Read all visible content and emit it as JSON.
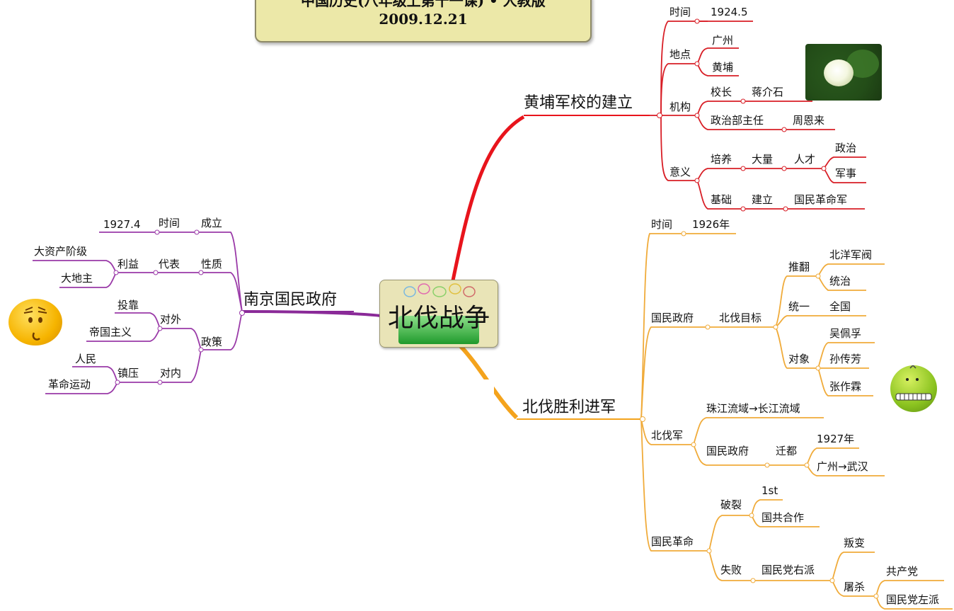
{
  "title": {
    "line1": "中国历史(八年级上第十一课) • 人教版",
    "line2": "2009.12.21"
  },
  "center": {
    "label": "北伐战争"
  },
  "colors": {
    "huangpu": "#e8141c",
    "beifa": "#f4a31c",
    "nanjing": "#8a2a98",
    "huangpu_child": "#d81e26",
    "beifa_child": "#f0ab3a",
    "nanjing_child": "#9a3aa8"
  },
  "icons": {
    "photo": "lotus-flower-photo",
    "smiley_left": "confused-smiley-icon",
    "smiley_right": "green-smiley-icon"
  },
  "huangpu": {
    "label": "黄埔军校的建立",
    "time": {
      "label": "时间",
      "value": "1924.5"
    },
    "place": {
      "label": "地点",
      "items": [
        "广州",
        "黄埔"
      ]
    },
    "org": {
      "label": "机构",
      "principal": {
        "label": "校长",
        "value": "蒋介石"
      },
      "political": {
        "label": "政治部主任",
        "value": "周恩来"
      }
    },
    "meaning": {
      "label": "意义",
      "train": {
        "label": "培养",
        "mid": "大量",
        "talent": "人才",
        "items": [
          "政治",
          "军事"
        ]
      },
      "base": {
        "label": "基础",
        "mid": "建立",
        "value": "国民革命军"
      }
    }
  },
  "beifa": {
    "label": "北伐胜利进军",
    "time": {
      "label": "时间",
      "value": "1926年"
    },
    "gov": {
      "label": "国民政府",
      "goal": "北伐目标",
      "overthrow": {
        "label": "推翻",
        "items": [
          "北洋军阀",
          "统治"
        ]
      },
      "unify": {
        "label": "统一",
        "value": "全国"
      },
      "target": {
        "label": "对象",
        "items": [
          "吴佩孚",
          "孙传芳",
          "张作霖"
        ]
      }
    },
    "army": {
      "label": "北伐军",
      "route": "珠江流域→长江流域",
      "gov": "国民政府",
      "move": "迁都",
      "year": "1927年",
      "where": "广州→武汉"
    },
    "revolution": {
      "label": "国民革命",
      "rupture": {
        "label": "破裂",
        "first": "1st",
        "coop": "国共合作"
      },
      "fail": {
        "label": "失败",
        "party": "国民党右派",
        "mutiny": "叛变",
        "massacre": {
          "label": "屠杀",
          "items": [
            "共产党",
            "国民党左派"
          ]
        }
      }
    }
  },
  "nanjing": {
    "label": "南京国民政府",
    "found": {
      "label": "成立",
      "time": "时间",
      "value": "1927.4"
    },
    "nature": {
      "label": "性质",
      "rep": "代表",
      "interest": "利益",
      "items": [
        "大资产阶级",
        "大地主"
      ]
    },
    "policy": {
      "label": "政策",
      "outer": {
        "label": "对外",
        "items": [
          "投靠",
          "帝国主义"
        ]
      },
      "inner": {
        "label": "对内",
        "suppress": "镇压",
        "items": [
          "人民",
          "革命运动"
        ]
      }
    }
  }
}
